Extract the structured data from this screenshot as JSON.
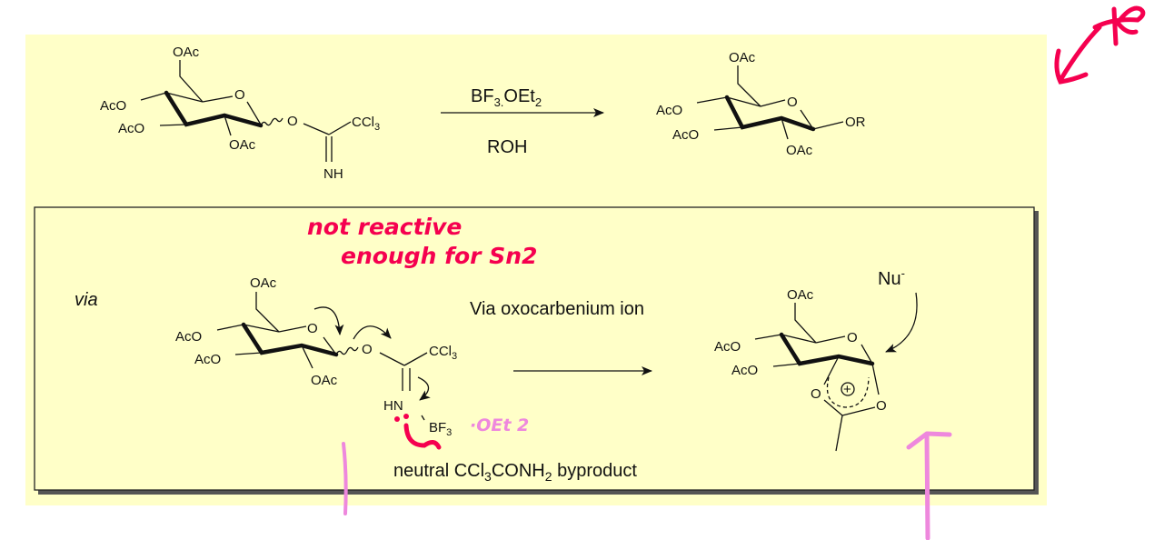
{
  "colors": {
    "background": "#FFFFC8",
    "annotation_red": "#F5004F",
    "annotation_pink": "#EE88DD",
    "ink": "#111111"
  },
  "top_scheme": {
    "reactant": {
      "oac6": "OAc",
      "aco4": "AcO",
      "aco3": "AcO",
      "oac2": "OAc",
      "ring_o": "O",
      "anomeric_o": "O",
      "ccl3_main": "CCl",
      "ccl3_sub": "3",
      "nh": "NH"
    },
    "reagent_above": {
      "main": "BF",
      "sub": "3.",
      "rest": "OEt",
      "sub2": "2"
    },
    "reagent_below": "ROH",
    "product": {
      "oac6": "OAc",
      "aco4": "AcO",
      "aco3": "AcO",
      "oac2": "OAc",
      "ring_o": "O",
      "or": "OR"
    }
  },
  "mechanism_box": {
    "via_label": "via",
    "caption": "Via oxocarbenium ion",
    "intermediate": {
      "oac6": "OAc",
      "aco4": "AcO",
      "aco3": "AcO",
      "oac2": "OAc",
      "ring_o": "O",
      "anomeric_o": "O",
      "ccl3_main": "CCl",
      "ccl3_sub": "3",
      "hn": "HN",
      "bf3_main": "BF",
      "bf3_sub": "3"
    },
    "cation": {
      "oac6": "OAc",
      "aco4": "AcO",
      "aco3": "AcO",
      "ring_o": "O",
      "o_left": "O",
      "o_right": "O",
      "charge": "+",
      "nu_main": "Nu",
      "nu_sup": "-"
    },
    "byproduct": {
      "pre": "neutral CCl",
      "sub1": "3",
      "mid": "CONH",
      "sub2": "2",
      "post": " byproduct"
    }
  },
  "annotations": {
    "note_line1": "not reactive",
    "note_line2": "enough for Sn2",
    "oet2": "·OEt 2"
  }
}
